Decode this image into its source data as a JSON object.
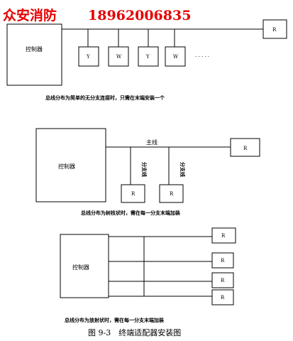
{
  "header": {
    "company": "众安消防",
    "phone": "18962006835"
  },
  "diagram1": {
    "controller_label": "控制器",
    "end_device_label": "R",
    "branches": [
      "Y",
      "W",
      "Y",
      "W"
    ],
    "ellipsis": "· · · · ·",
    "caption": "总线分布为简单的无分支连接时，只需在末端安装一个"
  },
  "diagram2": {
    "controller_label": "控制器",
    "main_line_label": "主线",
    "branch_label": "分支线",
    "end_device_label": "R",
    "branch_ends": [
      "R",
      "R"
    ],
    "caption": "总线分布为树枝状时，需在每一分支末端加装"
  },
  "diagram3": {
    "controller_label": "控制器",
    "ends": [
      "R",
      "R",
      "R",
      "R"
    ],
    "caption": "总线分布为放射状时，需在每一分支末端加装"
  },
  "figure_caption": "图 9-3　终端适配器安装图"
}
